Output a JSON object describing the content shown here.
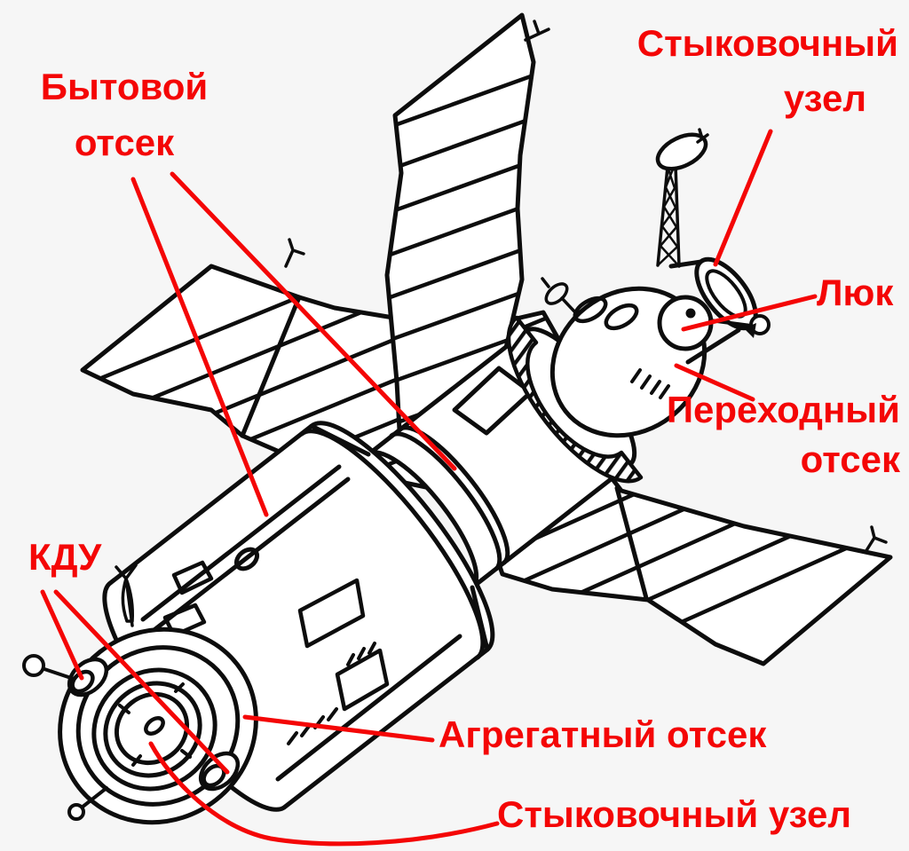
{
  "figure": {
    "background_color": "#f6f6f6",
    "line_color": "#0d0d0d",
    "label_color": "#f40606",
    "labels": {
      "bytovoy": {
        "lines": [
          "Бытовой",
          "отсек"
        ]
      },
      "stykovochny_top": {
        "lines": [
          "Стыковочный",
          "узел"
        ]
      },
      "lyuk": {
        "lines": [
          "Люк"
        ]
      },
      "perekhodny": {
        "lines": [
          "Переходный",
          "отсек"
        ]
      },
      "kdu": {
        "lines": [
          "КДУ"
        ]
      },
      "agregatny": {
        "lines": [
          "Агрегатный отсек"
        ]
      },
      "stykovochny_bottom": {
        "lines": [
          "Стыковочный узел"
        ]
      }
    }
  }
}
